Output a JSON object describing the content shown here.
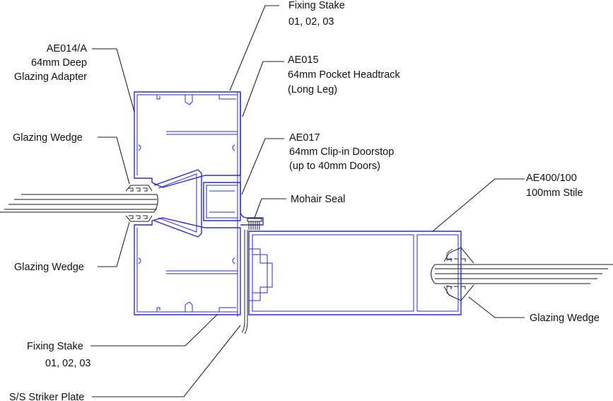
{
  "drawing": {
    "title": "Glazing adapter / pocket headtrack with 100mm stile section detail",
    "colors": {
      "profile": "#2b2bd0",
      "leader": "#222222",
      "text": "#111111",
      "background": "#ffffff"
    },
    "labels": {
      "fixing_stake_top": {
        "line1": "Fixing Stake",
        "line2": "01, 02, 03"
      },
      "ae014": {
        "line1": "AE014/A",
        "line2": "64mm Deep",
        "line3": "Glazing Adapter"
      },
      "ae015": {
        "line1": "AE015",
        "line2": "64mm Pocket Headtrack",
        "line3": "(Long Leg)"
      },
      "glazing_wedge_top_left": {
        "line1": "Glazing Wedge"
      },
      "ae017": {
        "line1": "AE017",
        "line2": "64mm Clip-in Doorstop",
        "line3": "(up to 40mm Doors)"
      },
      "ae400": {
        "line1": "AE400/100",
        "line2": "100mm Stile"
      },
      "mohair_seal": {
        "line1": "Mohair Seal"
      },
      "glazing_wedge_bottom_left": {
        "line1": "Glazing Wedge"
      },
      "glazing_wedge_right": {
        "line1": "Glazing Wedge"
      },
      "fixing_stake_bottom": {
        "line1": "Fixing Stake",
        "line2": "01, 02, 03"
      },
      "striker_plate": {
        "line1": "S/S Striker Plate"
      }
    }
  }
}
